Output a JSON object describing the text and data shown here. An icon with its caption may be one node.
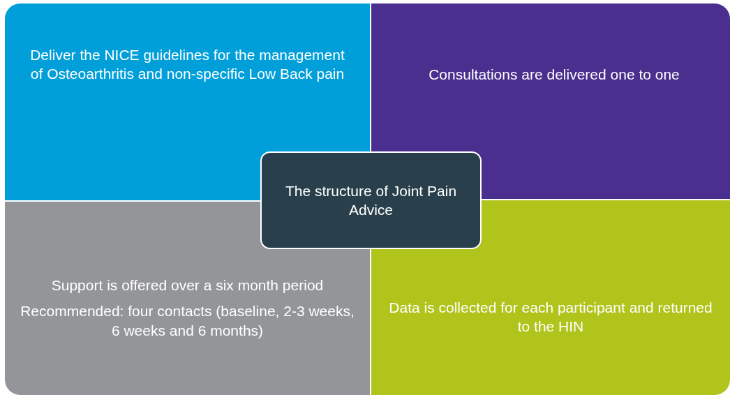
{
  "diagram": {
    "nodes": [
      {
        "text": [
          "Deliver the NICE guidelines for the management of Osteoarthritis and non-specific Low Back pain"
        ]
      },
      {
        "text": [
          "Consultations are delivered one to one"
        ]
      },
      {
        "text": [
          "Support is offered over a six month period",
          "Recommended: four contacts (baseline, 2-3 weeks, 6 weeks and 6 months)"
        ]
      },
      {
        "text": [
          "Data is collected for each participant and returned to the HIN"
        ]
      },
      {
        "text": [
          "The structure of Joint Pain Advice"
        ]
      }
    ]
  }
}
